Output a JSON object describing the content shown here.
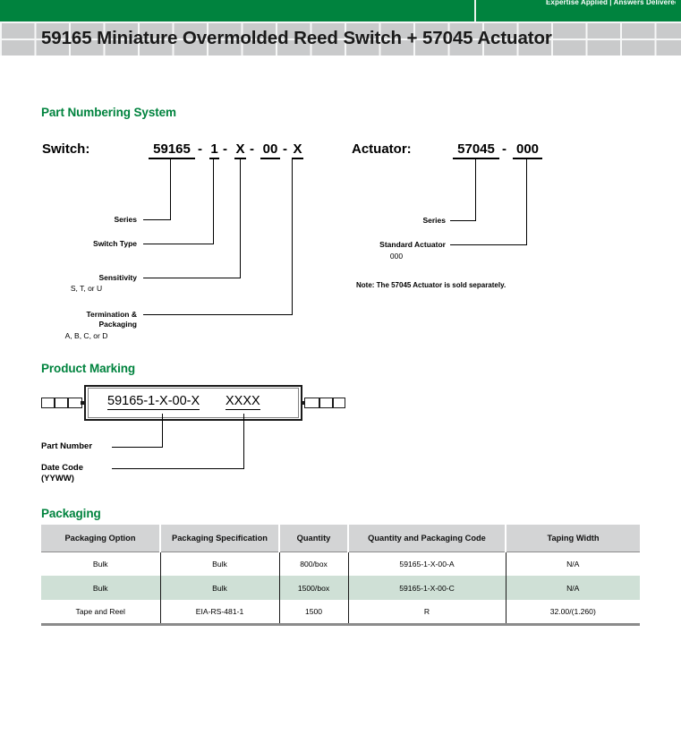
{
  "header": {
    "tagline": "Expertise Applied | Answers Delivered",
    "brand_green": "#00833e",
    "title": "59165 Miniature Overmolded Reed Switch + 57045 Actuator"
  },
  "part_numbering": {
    "heading": "Part Numbering System",
    "switch": {
      "label": "Switch:",
      "segments": [
        "59165",
        "1",
        "X",
        "00",
        "X"
      ],
      "separator": "-",
      "callouts": [
        {
          "label": "Series",
          "sub": ""
        },
        {
          "label": "Switch Type",
          "sub": ""
        },
        {
          "label": "Sensitivity",
          "sub": "S, T, or U"
        },
        {
          "label": "Termination &",
          "label2": "Packaging",
          "sub": "A, B, C, or D"
        }
      ]
    },
    "actuator": {
      "label": "Actuator:",
      "segments": [
        "57045",
        "000"
      ],
      "separator": "-",
      "callouts": [
        {
          "label": "Series",
          "sub": ""
        },
        {
          "label": "Standard Actuator",
          "sub": "000"
        }
      ],
      "note": "Note: The 57045 Actuator is sold separately."
    }
  },
  "product_marking": {
    "heading": "Product Marking",
    "part_number_text": "59165-1-X-00-X",
    "date_code_text": "XXXX",
    "callouts": [
      {
        "label": "Part Number",
        "sub": ""
      },
      {
        "label": "Date Code",
        "sub": "(YYWW)"
      }
    ]
  },
  "packaging": {
    "heading": "Packaging",
    "columns": [
      "Packaging Option",
      "Packaging Specification",
      "Quantity",
      "Quantity and Packaging Code",
      "Taping Width"
    ],
    "rows": [
      [
        "Bulk",
        "Bulk",
        "800/box",
        "59165-1-X-00-A",
        "N/A"
      ],
      [
        "Bulk",
        "Bulk",
        "1500/box",
        "59165-1-X-00-C",
        "N/A"
      ],
      [
        "Tape and Reel",
        "EIA-RS-481-1",
        "1500",
        "R",
        "32.00/(1.260)"
      ]
    ],
    "alt_row_index": 1,
    "alt_row_color": "#cfe0d6",
    "header_bg": "#d3d4d5"
  }
}
